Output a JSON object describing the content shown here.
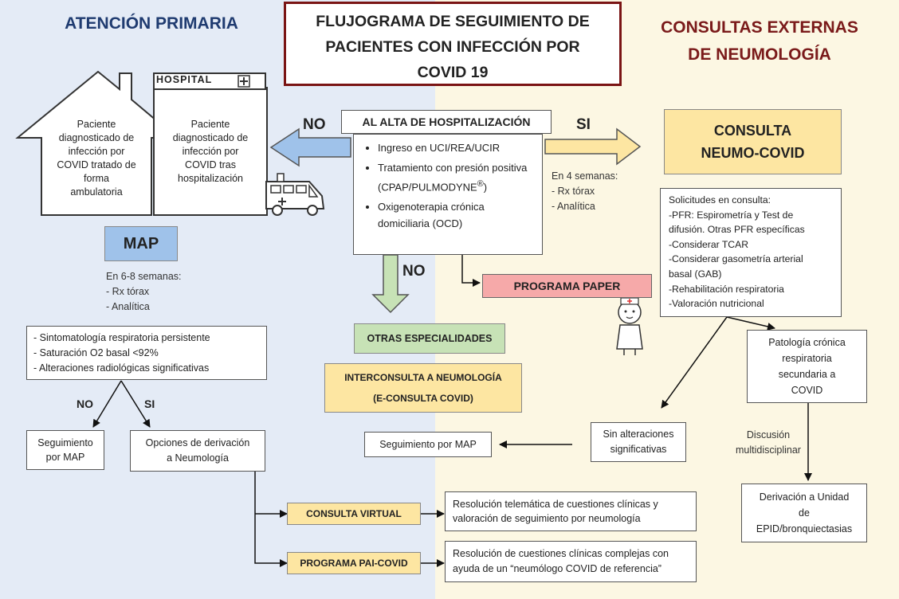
{
  "title": [
    "FLUJOGRAMA DE SEGUIMIENTO DE",
    "PACIENTES CON INFECCIÓN POR",
    "COVID 19"
  ],
  "headers": {
    "left": "ATENCIÓN PRIMARIA",
    "right": [
      "CONSULTAS EXTERNAS",
      "DE NEUMOLOGÍA"
    ]
  },
  "house_box": [
    "Paciente",
    "diagnosticado de",
    "infección por",
    "COVID tratado de",
    "forma",
    "ambulatoria"
  ],
  "hospital": {
    "sign": "HOSPITAL",
    "text": [
      "Paciente",
      "diagnosticado de",
      "infección por",
      "COVID  tras",
      "hospitalización"
    ]
  },
  "alta": {
    "label": "AL ALTA DE HOSPITALIZACIÓN",
    "items": [
      "Ingreso en UCI/REA/UCIR",
      "Tratamiento con presión positiva",
      "(CPAP/PULMODYNE",
      "Oxigenoterapia crónica domiciliaria (OCD)"
    ],
    "registered": "®",
    "close_paren": ")"
  },
  "labels": {
    "no_left": "NO",
    "si_right": "SI",
    "no_down": "NO",
    "no_bottom": "NO",
    "si_bottom": "SI"
  },
  "neumo_followup": [
    "En 4 semanas:",
    "- Rx tórax",
    "- Analítica"
  ],
  "map": {
    "label": "MAP",
    "followup": [
      "En 6-8 semanas:",
      "- Rx tórax",
      "- Analítica"
    ]
  },
  "symptoms": [
    "- Sintomatología respiratoria persistente",
    "- Saturación O2 basal <92%",
    "- Alteraciones radiológicas significativas"
  ],
  "seguimiento_map": [
    "Seguimiento",
    "por MAP"
  ],
  "opciones": [
    "Opciones de derivación",
    "a Neumología"
  ],
  "otras": "OTRAS ESPECIALIDADES",
  "interconsulta": [
    "INTERCONSULTA A NEUMOLOGÍA",
    "(E-CONSULTA COVID)"
  ],
  "programa_paper": "PROGRAMA PAPER",
  "consulta_neumo": [
    "CONSULTA",
    "NEUMO-COVID"
  ],
  "solicitudes": [
    "Solicitudes en consulta:",
    "-PFR: Espirometría y Test de",
    "difusión. Otras PFR específicas",
    "-Considerar TCAR",
    "-Considerar gasometría arterial",
    "basal (GAB)",
    "-Rehabilitación respiratoria",
    "-Valoración nutricional"
  ],
  "patologia": [
    "Patología crónica",
    "respiratoria",
    "secundaria a",
    "COVID"
  ],
  "sin_alteraciones": [
    "Sin alteraciones",
    "significativas"
  ],
  "seguimiento_map2": "Seguimiento por MAP",
  "discusion": [
    "Discusión",
    "multidisciplinar"
  ],
  "derivacion": [
    "Derivación a Unidad",
    "de",
    "EPID/bronquiectasias"
  ],
  "consulta_virtual": {
    "label": "CONSULTA VIRTUAL",
    "desc": [
      "Resolución telemática de cuestiones clínicas y",
      "valoración de seguimiento por neumología"
    ]
  },
  "pai_covid": {
    "label": "PROGRAMA PAI-COVID",
    "desc": [
      "Resolución de cuestiones clínicas complejas con",
      "ayuda de un “neumólogo COVID de referencia”"
    ]
  },
  "colors": {
    "left_bg": "#e4ebf6",
    "right_bg": "#fcf7e3",
    "title_border": "#7a1414",
    "left_header": "#1f3b70",
    "right_header": "#7a1a1a",
    "yellow": "#fde6a2",
    "green": "#c7e2b6",
    "blue": "#9fc2ea",
    "pink": "#f6a9a9"
  }
}
